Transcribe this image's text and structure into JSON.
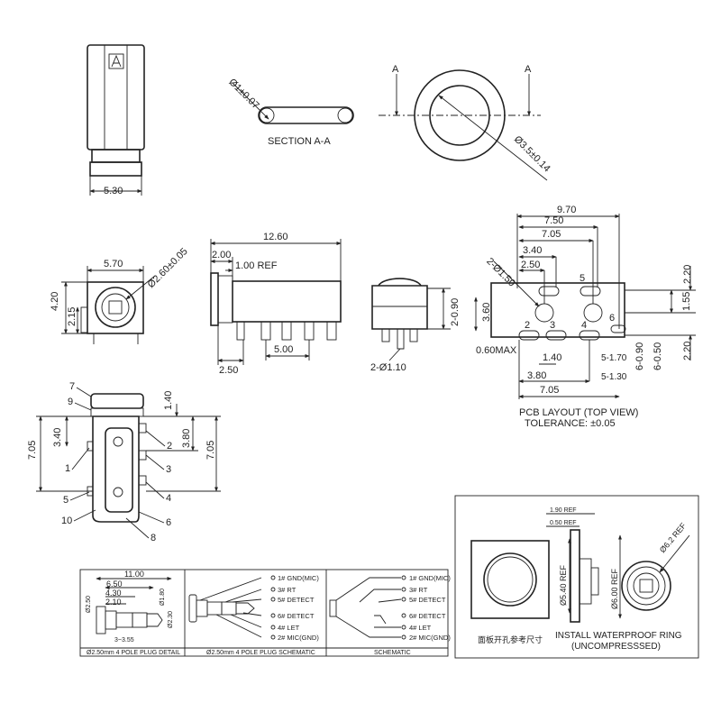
{
  "top": {
    "body_width": "5.30",
    "marker": "A",
    "ring_dia": "Ø1±0.07",
    "section": "SECTION A-A",
    "sec_a1": "A",
    "sec_a2": "A",
    "ring_outer": "Ø3.5±0.14"
  },
  "mid": {
    "front_w": "5.70",
    "front_h": "4.20",
    "front_h2": "2.15",
    "front_hole": "Ø2.60±0.05",
    "side_len": "12.60",
    "side_a": "2.00",
    "side_ref": "1.00 REF",
    "side_b": "2.50",
    "side_c": "5.00",
    "end_h": "2-0.90",
    "end_pin": "2-Ø1.10"
  },
  "pcb": {
    "w_total": "9.70",
    "w_750": "7.50",
    "w_705": "7.05",
    "w_340": "3.40",
    "w_250": "2.50",
    "hole": "2-Ø1.50",
    "h_360": "3.60",
    "h_220a": "2.20",
    "h_155": "1.55",
    "h_220b": "2.20",
    "maxh": "0.60MAX",
    "d_140": "1.40",
    "d_380": "3.80",
    "d_705b": "7.05",
    "d_170": "5-1.70",
    "d_130": "5-1.30",
    "d_090": "6-0.90",
    "d_050": "6-0.50",
    "pin2": "2",
    "pin3": "3",
    "pin4": "4",
    "pin5": "5",
    "pin6": "6",
    "title": "PCB LAYOUT (TOP VIEW)",
    "tolerance": "TOLERANCE: ±0.05"
  },
  "bottom": {
    "d_140": "1.40",
    "d_340": "3.40",
    "d_380": "3.80",
    "d_705l": "7.05",
    "d_705r": "7.05",
    "c7": "7",
    "c9": "9",
    "c1": "1",
    "c5": "5",
    "c10": "10",
    "c2": "2",
    "c3": "3",
    "c4": "4",
    "c6": "6",
    "c8": "8"
  },
  "plug": {
    "len": "11.00",
    "d650": "6.50",
    "d430": "4.30",
    "d210": "2.10",
    "d250": "Ø2.50",
    "d180": "Ø1.80",
    "d230": "Ø2.30",
    "d355": "3~3.55",
    "detail_caption": "Ø2.50mm 4 POLE PLUG DETAIL",
    "schem_caption": "Ø2.50mm 4 POLE PLUG SCHEMATIC",
    "schematic_caption": "SCHEMATIC",
    "p1": "1# GND(MIC)",
    "p3": "3# RT",
    "p5": "5# DETECT",
    "p6": "6# DETECT",
    "p4": "4# LET",
    "p2": "2# MIC(GND)",
    "s1": "1# GND(MIC)",
    "s3": "3# RT",
    "s5": "5# DETECT",
    "s6": "6# DETECT",
    "s4": "4# LET",
    "s2": "2# MIC(GND)"
  },
  "panel": {
    "caption_cn": "面板开孔参考尺寸",
    "ref190": "1.90 REF",
    "ref050": "0.50 REF",
    "d540": "Ø5.40 REF",
    "d600": "Ø6.00 REF",
    "d620": "Ø6.2 REF",
    "ring_line1": "INSTALL WATERPROOF RING",
    "ring_line2": "(UNCOMPRESSSED)"
  }
}
